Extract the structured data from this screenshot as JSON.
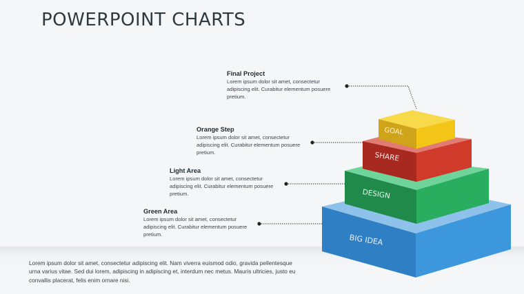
{
  "title": "POWERPOINT CHARTS",
  "notes": [
    {
      "heading": "Final Project",
      "text": "Lorem ipsum dolor sit amet, consectetur adipiscing elit. Curabitur elementum posuere pretium."
    },
    {
      "heading": "Orange Step",
      "text": "Lorem ipsum dolor sit amet, consectetur adipiscing elit. Curabitur elementum posuere pretium."
    },
    {
      "heading": "Light Area",
      "text": "Lorem ipsum dolor sit amet, consectetur adipiscing elit. Curabitur elementum posuere pretium."
    },
    {
      "heading": "Green Area",
      "text": "Lorem ipsum dolor sit amet, consectetur adipiscing elit. Curabitur elementum posuere pretium."
    }
  ],
  "pyramid": {
    "levels": [
      {
        "label": "GOAL",
        "color": "#f2c517"
      },
      {
        "label": "SHARE",
        "color": "#d23a2c"
      },
      {
        "label": "DESIGN",
        "color": "#27ae60"
      },
      {
        "label": "BIG IDEA",
        "color": "#3a8fd6"
      }
    ]
  },
  "footer": "Lorem ipsum dolor sit amet, consectetur adipiscing elit. Nam viverra euismod odio, gravida pellentesque urna varius vitae. Sed dui lorem, adipiscing in adipiscing et, interdum nec metus. Mauris ultricies, justo eu convallis placerat, felis enim ornare nisi."
}
